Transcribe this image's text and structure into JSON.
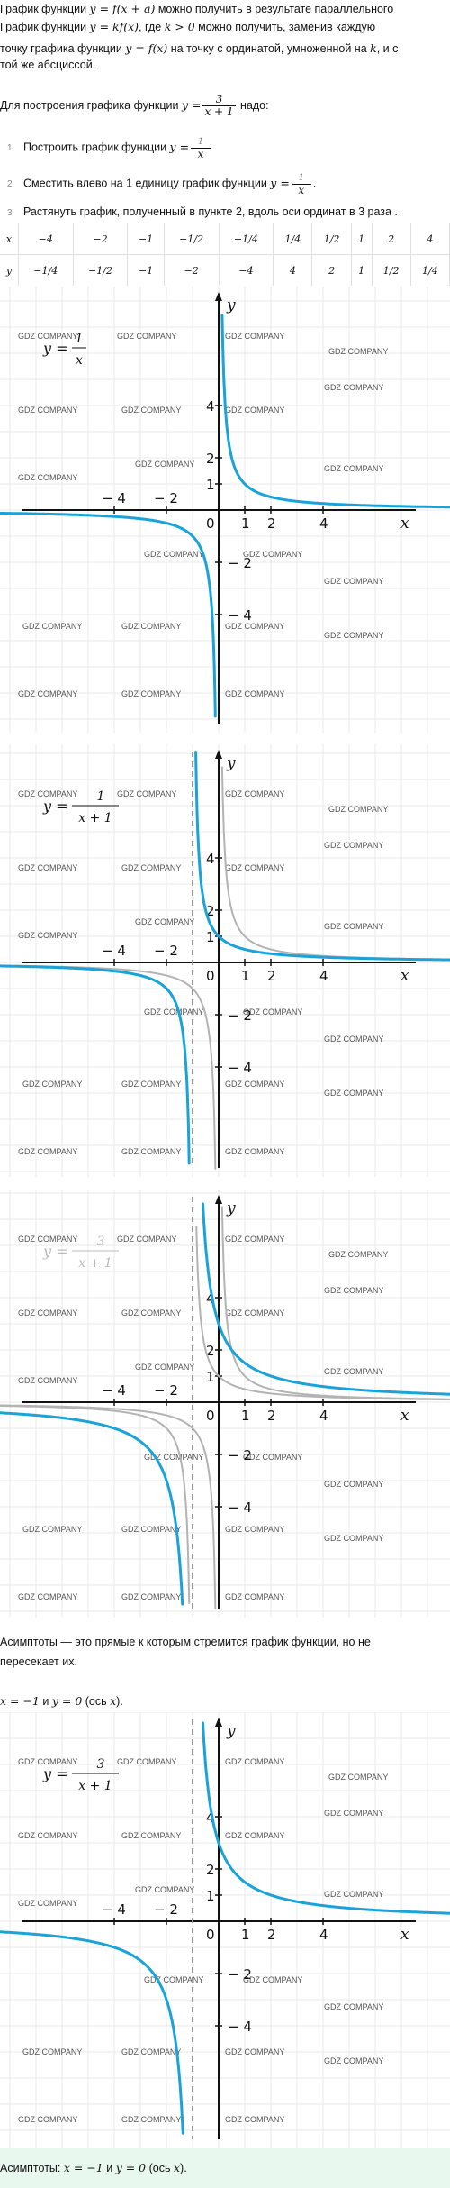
{
  "intro": {
    "p1_a": "График функции ",
    "p1_m1": "y = f(x + a)",
    "p1_b": " можно получить в результате параллельного",
    "p2_a": "График функции ",
    "p2_m1": "y = kf(x)",
    "p2_b": ", где ",
    "p2_m2": "k > 0",
    "p2_c": " можно получить, заменив каждую",
    "p3_a": "точку графика функции ",
    "p3_m1": "y = f(x)",
    "p3_b": " на точку с ординатой, умноженной на ",
    "p3_m2": "k",
    "p3_c": ", и с",
    "p4": "той же абсциссой.",
    "p5_a": "Для построения графика функции ",
    "p5_m1": "y =",
    "p5_num": "3",
    "p5_den": "x + 1",
    "p5_b": " надо:"
  },
  "steps": [
    {
      "n": "1",
      "a": "Построить график функции ",
      "m": "y =",
      "num": "1",
      "den": "x",
      "b": ""
    },
    {
      "n": "2",
      "a": "Сместить влево на 1 единицу график функции ",
      "m": "y =",
      "num": "1",
      "den": "x",
      "b": "."
    },
    {
      "n": "3",
      "a": "Растянуть график, полученный в пункте 2, вдоль оси ординат в 3 раза .",
      "m": "",
      "num": "",
      "den": "",
      "b": ""
    }
  ],
  "table": {
    "x_label": "x",
    "x": [
      "−4",
      "−2",
      "−1",
      "−1/2",
      "−1/4",
      "1/4",
      "1/2",
      "1",
      "2",
      "4"
    ],
    "y_label": "y",
    "y": [
      "−1/4",
      "−1/2",
      "−1",
      "−2",
      "−4",
      "4",
      "2",
      "1",
      "1/2",
      "1/4"
    ]
  },
  "charts": [
    {
      "label_m": "y =",
      "num": "1",
      "den": "x",
      "label_color": "#111"
    },
    {
      "label_m": "y =",
      "num": "1",
      "den": "x + 1",
      "label_color": "#111"
    },
    {
      "label_m": "y =",
      "num": "3",
      "den": "x + 1",
      "label_color": "#bbbbbb"
    },
    {
      "label_m": "y =",
      "num": "3",
      "den": "x + 1",
      "label_color": "#111"
    }
  ],
  "axis": {
    "x_name": "x",
    "y_name": "y",
    "zero": "0"
  },
  "ticks": {
    "x": [
      "− 4",
      "− 2",
      "1",
      "2",
      "4"
    ],
    "y": [
      "4",
      "2",
      "1",
      "− 2",
      "− 4"
    ]
  },
  "asymptote_text": {
    "line1": "Асимптоты — это прямые к которым стремится график функции, но не",
    "line2": "пересекает их.",
    "line3_m": "x = −1",
    "line3_a": " и ",
    "line3_m2": "y = 0",
    "line3_b": " (ось ",
    "line3_m3": "x",
    "line3_c": ")."
  },
  "footer": {
    "a": "Асимптоты: ",
    "m": "x = −1",
    "b": " и ",
    "m2": "y = 0",
    "c": " (ось ",
    "m3": "x",
    "d": ")."
  },
  "watermark": "GDZ COMPANY",
  "colors": {
    "curve": "#1aa3d9",
    "ghost": "#b3b3b3",
    "asymptote": "#999999",
    "grid": "#e8e8e8"
  }
}
